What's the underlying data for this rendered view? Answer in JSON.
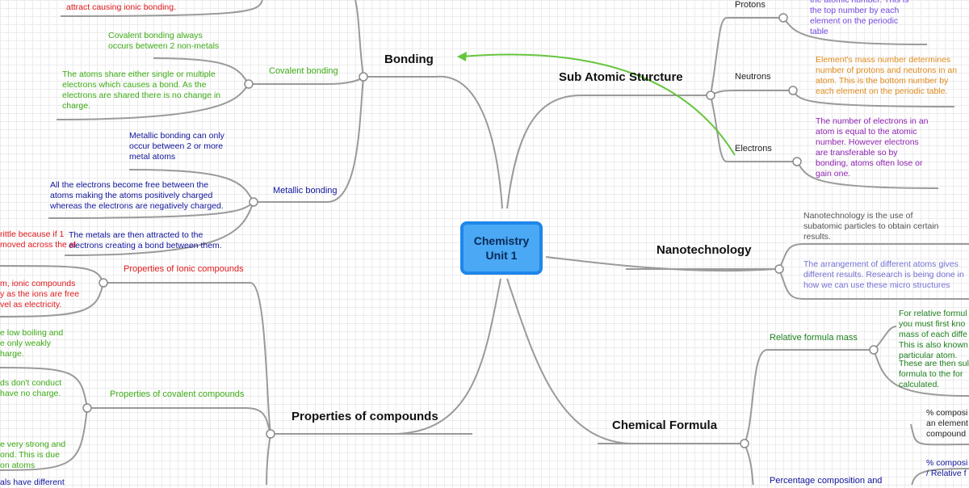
{
  "center": {
    "label": "Chemistry\nUnit 1"
  },
  "topics": {
    "bonding": "Bonding",
    "sub_atomic": "Sub Atomic Sturcture",
    "nanotech": "Nanotechnology",
    "chemical_formula": "Chemical Formula",
    "properties": "Properties of compounds"
  },
  "bonding": {
    "ionic_partial": "attract causing ionic bonding.",
    "covalent_label": "Covalent bonding",
    "covalent_n1": "Covalent bonding always\noccurs between 2 non-metals",
    "covalent_n2": "The atoms share either single or multiple\nelectrons which causes a bond. As the\nelectrons are shared there is no change in\ncharge.",
    "metallic_label": "Metallic bonding",
    "metallic_n1": "Metallic bonding can only\noccur between 2 or more\nmetal atoms",
    "metallic_n2": "All the electrons become free between the\natoms making the atoms positively charged\nwhereas the electrons are negatively charged.",
    "metallic_n3": "The metals are then attracted to the\nelectrons creating a bond between them.",
    "brittle_partial": "rittle because if 1\nmoved across the al"
  },
  "sub_atomic": {
    "protons_label": "Protons",
    "protons_n": "the atomic number. This is\nthe top number by each\nelement on the periodic\ntable",
    "neutrons_label": "Neutrons",
    "neutrons_n": "Element's mass number determines\nnumber of protons and neutrons in an\natom. This is the bottom number by\neach element on the periodic table.",
    "electrons_label": "Electrons",
    "electrons_n": "The number of electrons in an\natom is equal to the atomic\nnumber. However electrons\nare transferable so by\nbonding, atoms often lose or\ngain one."
  },
  "nanotech": {
    "n1": "Nanotechnology is the use of\nsubatomic particles to obtain certain\nresults.",
    "n2": "The arrangement of different atoms gives\ndifferent results. Research is being done in\nhow we can use these micro structures"
  },
  "chemical_formula": {
    "rfm_label": "Relative formula mass",
    "rfm_n1": "For relative formul\nyou must first kno\nmass of each diffe\nThis is also known\nparticular atom.",
    "rfm_n2": "These are then sul\nformula to the for\ncalculated.",
    "pc_n1": "% composi\nan element\ncompound",
    "pc_n2": "% composi\n/ Relative f",
    "pc_label": "Percentage composition and"
  },
  "properties": {
    "ionic_label": "Properties of Ionic compounds",
    "ionic_n1": "m, ionic compounds\ny as the ions are free\nvel as electricity.",
    "ionic_n2": "e low boiling and\ne only weakly\nharge.",
    "covalent_label": "Properties of covalent compounds",
    "covalent_n1": "ds don't conduct\nhave no charge.",
    "covalent_n2": "e very strong and\nond. This is due\non atoms",
    "metals_partial": "als have different"
  }
}
